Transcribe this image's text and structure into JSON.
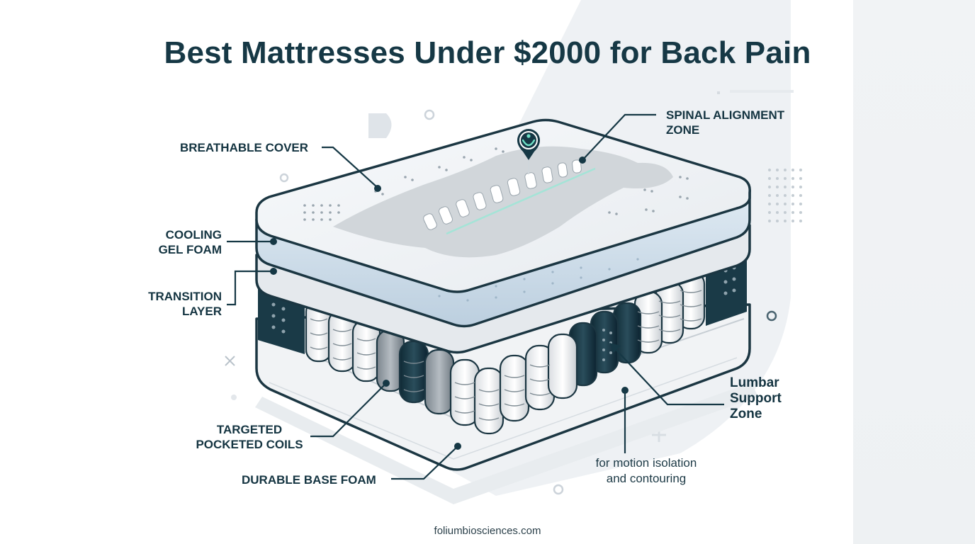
{
  "title": "Best Mattresses Under $2000 for Back Pain",
  "labels": {
    "breathable_cover": "BREATHABLE COVER",
    "cooling_gel_foam": [
      "COOLING",
      "GEL FOAM"
    ],
    "transition_layer": [
      "TRANSITION",
      "LAYER"
    ],
    "targeted_pocketed_coils": [
      "TARGETED",
      "POCKETED COILS"
    ],
    "durable_base_foam": "DURABLE BASE FOAM",
    "spinal_alignment_zone": [
      "SPINAL ALIGNMENT",
      "ZONE"
    ],
    "lumbar_support_zone": [
      "Lumbar",
      "Support",
      "Zone"
    ],
    "motion_note": [
      "for motion isolation",
      "and contouring"
    ]
  },
  "icons": {
    "spine_pin": "person-pin-icon"
  },
  "colors": {
    "navy": "#163845",
    "dark_teal": "#1a3a47",
    "foam_blue": "#c9dbe8",
    "light_gray": "#e9ecef",
    "accent_glow": "#9ee6d6"
  },
  "footer": "foliumbiosciences.com"
}
